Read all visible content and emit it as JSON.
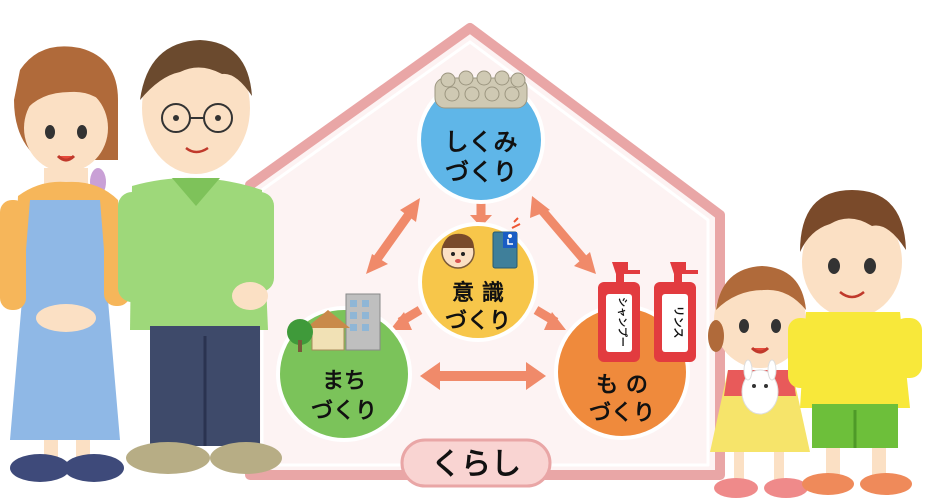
{
  "house": {
    "label": "くらし"
  },
  "circles": {
    "shikumi": {
      "line1": "しくみ",
      "line2": "づくり",
      "color": "#5fb6e8"
    },
    "ishiki": {
      "line1": "意 識",
      "line2": "づくり",
      "color": "#f7c64a"
    },
    "machi": {
      "line1": "まち",
      "line2": "づくり",
      "color": "#7bc35a"
    },
    "mono": {
      "line1": "も の",
      "line2": "づくり",
      "color": "#ef8a3c"
    }
  },
  "bottles": {
    "shampoo": "シャンプー",
    "rinse": "リンス"
  },
  "colors": {
    "house_outline": "#e9a6a6",
    "house_fill": "#fdf3f3",
    "arrow": "#f08a6a",
    "bottle": "#e23b3f"
  }
}
